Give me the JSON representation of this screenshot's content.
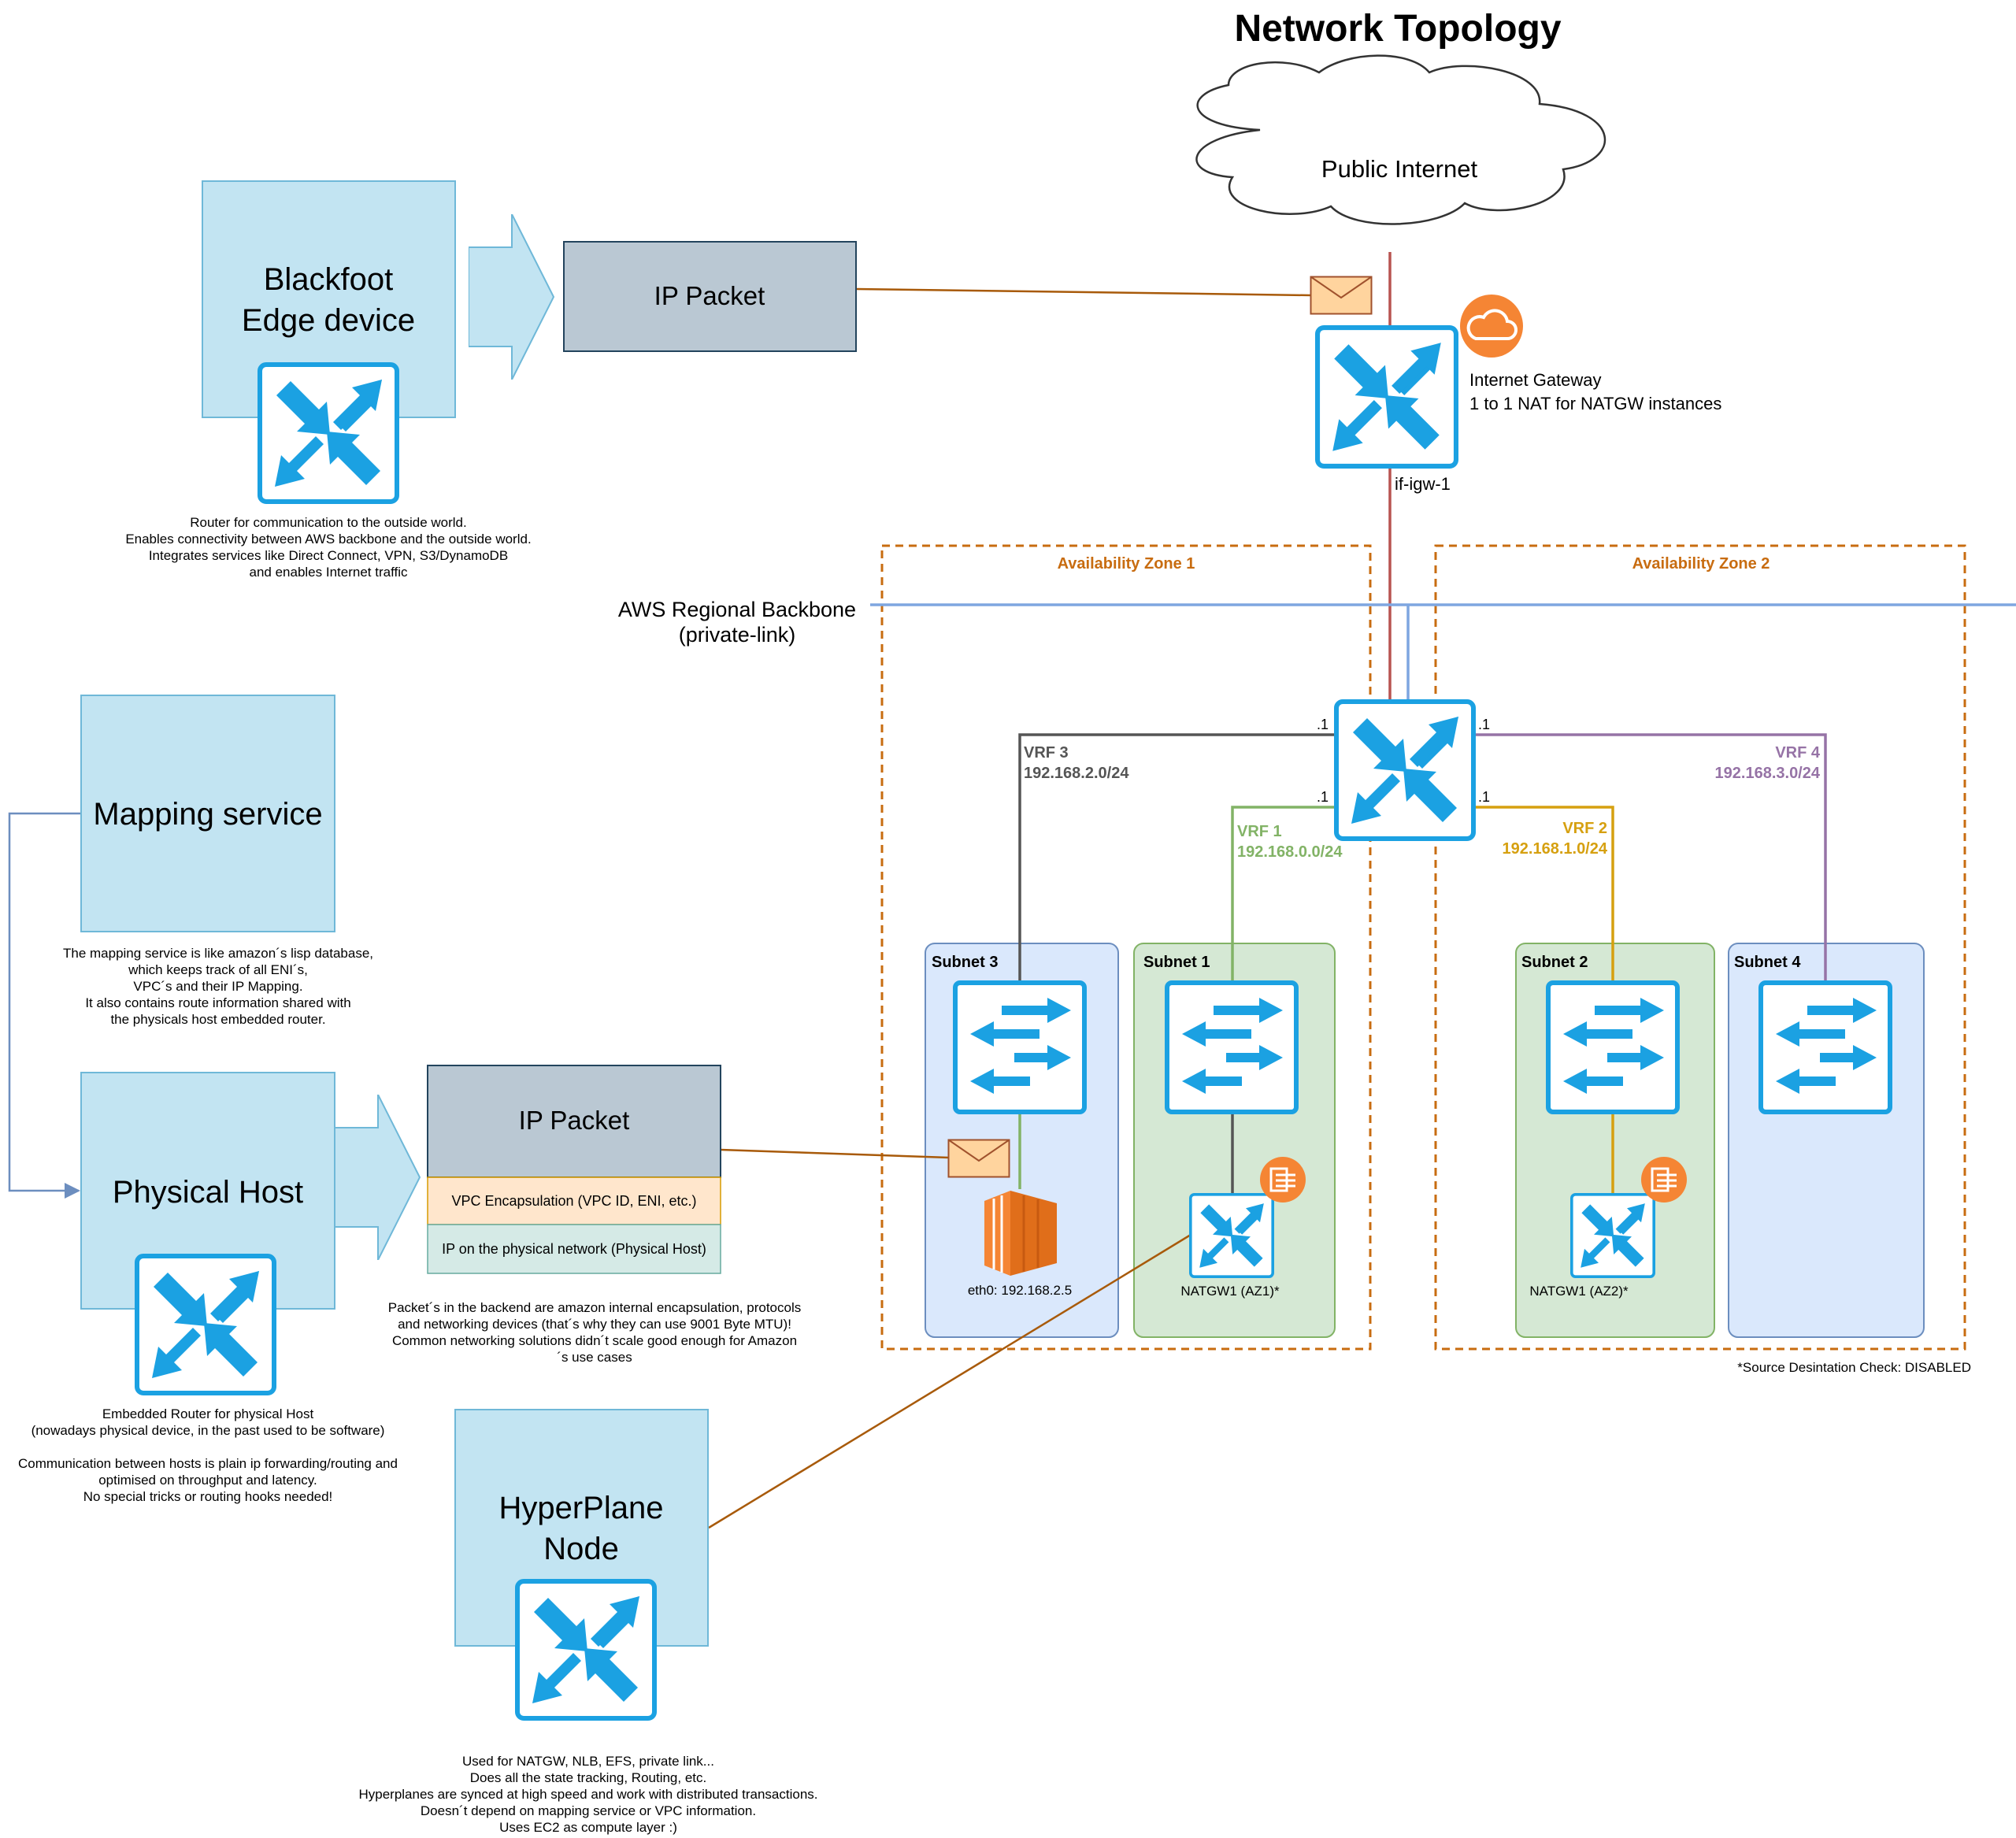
{
  "title": "Network Topology",
  "cloud_label": "Public Internet",
  "igw": {
    "line1": "Internet Gateway",
    "line2": "1 to 1 NAT for NATGW instances",
    "interface": "if-igw-1"
  },
  "blackfoot": {
    "line1": "Blackfoot",
    "line2": "Edge device",
    "desc": [
      "Router for communication to the outside world.",
      "Enables connectivity between AWS backbone and the outside world.",
      "Integrates services like Direct Connect, VPN, S3/DynamoDB",
      "and enables Internet traffic"
    ]
  },
  "ip_packet_top": "IP Packet",
  "backbone": {
    "line1": "AWS Regional Backbone",
    "line2": "(private-link)"
  },
  "mapping": {
    "label": "Mapping service",
    "desc": [
      "The mapping service is like amazon´s lisp database,",
      "which keeps track of all ENI´s,",
      "VPC´s and their IP Mapping.",
      "It also contains route information shared with",
      "the physicals host embedded router."
    ]
  },
  "physical_host": {
    "label": "Physical Host",
    "desc": [
      "Embedded Router for physical Host",
      "(nowadays physical device, in the past used to be software)",
      "",
      "Communication between hosts is plain ip forwarding/routing and",
      "optimised on throughput and latency.",
      "No special tricks or routing hooks needed!"
    ]
  },
  "packet_stack": {
    "header": "IP Packet",
    "encap": "VPC Encapsulation (VPC ID, ENI, etc.)",
    "physical": "IP on the physical network (Physical Host)",
    "desc": [
      "Packet´s in the backend are amazon internal encapsulation, protocols",
      "and networking devices (that´s why they can use 9001 Byte MTU)!",
      "Common networking solutions didn´t scale good enough for Amazon",
      "´s use cases"
    ]
  },
  "hyperplane": {
    "line1": "HyperPlane",
    "line2": "Node",
    "desc": [
      "Used for NATGW, NLB, EFS, private link...",
      "Does all the state tracking, Routing, etc.",
      "Hyperplanes are synced at high speed and work with distributed transactions.",
      "Doesn´t depend on mapping service or VPC information.",
      "Uses EC2 as compute layer :)"
    ]
  },
  "az1": "Availability Zone 1",
  "az2": "Availability Zone 2",
  "vrf": {
    "vrf3": {
      "name": "VRF 3",
      "cidr": "192.168.2.0/24",
      "color": "#555555"
    },
    "vrf1": {
      "name": "VRF 1",
      "cidr": "192.168.0.0/24",
      "color": "#82b366"
    },
    "vrf2": {
      "name": "VRF 2",
      "cidr": "192.168.1.0/24",
      "color": "#d6a010"
    },
    "vrf4": {
      "name": "VRF 4",
      "cidr": "192.168.3.0/24",
      "color": "#9673a6"
    }
  },
  "port_dot1": ".1",
  "subnets": {
    "s3": "Subnet 3",
    "s1": "Subnet 1",
    "s2": "Subnet 2",
    "s4": "Subnet 4"
  },
  "eth0": "eth0: 192.168.2.5",
  "natgw_az1": "NATGW1 (AZ1)*",
  "natgw_az2": "NATGW1 (AZ2)*",
  "footnote": "*Source Desintation Check: DISABLED",
  "colors": {
    "router_blue": "#1ba1e2",
    "light_blue_box": "#c2e4f2",
    "packet_gray": "#bac8d3",
    "az_border": "#c86c10",
    "orange": "#f58534",
    "igw_line": "#b85450",
    "backbone_line": "#7ea6e0",
    "hyperplane_line": "#a85a0a"
  }
}
